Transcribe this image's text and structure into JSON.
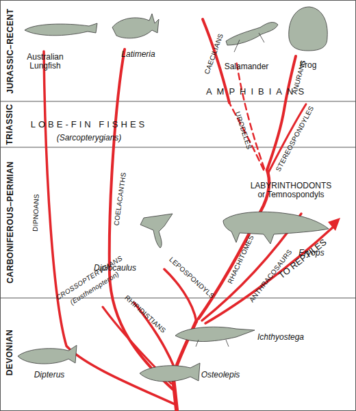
{
  "diagram": {
    "labels": [
      "JURASSIC–RECENT",
      "TRIASSIC",
      "CARBONIFEROUS–PERMIAN",
      "DEVONIAN",
      "Australian Lungfish",
      "Latimeria",
      "CAECILIANS",
      "Salamander",
      "Frog",
      "AMPHIBIANS",
      "ANURANS",
      "LOBE-FIN FISHES",
      "(Sarcopterygians)",
      "URODELES",
      "STEREOSPONDYLES",
      "DIPNOANS",
      "COELACANTHS",
      "LABYRINTHODONTS or Temnospondyls",
      "Diplocaulus",
      "Eryops",
      "CROSSOPTERYGIANS",
      "(Eusthenopteron)",
      "LEPOSPONDYLS",
      "RHACHITOMES",
      "ANTHRACOSAURS",
      "TO REPTILES",
      "RHIPIDISTIANS",
      "Ichthyostega",
      "Dipterus",
      "Osteolepis"
    ]
  }
}
